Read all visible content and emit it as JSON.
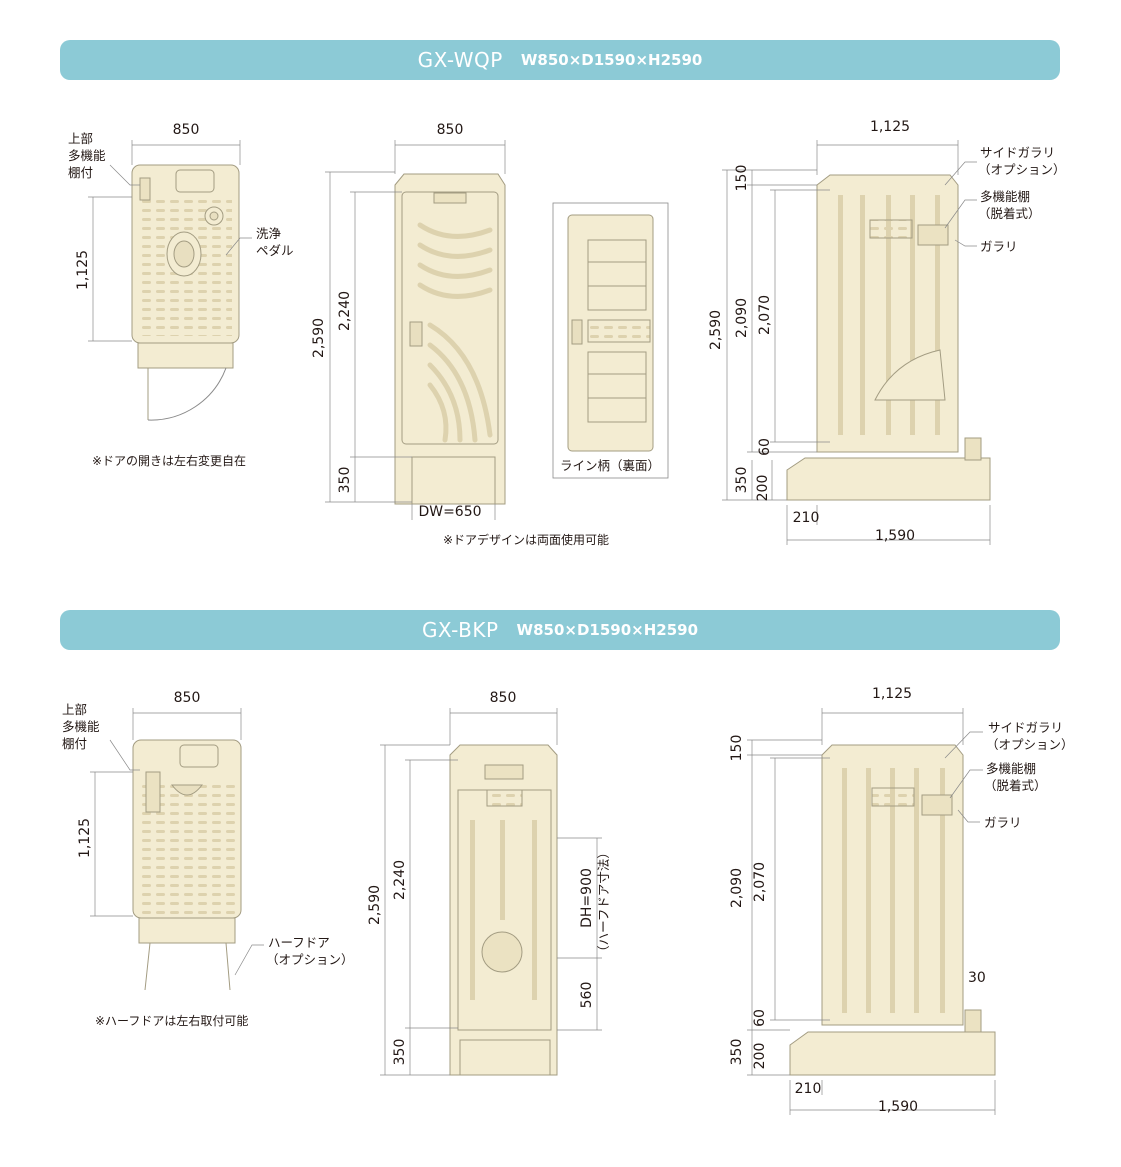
{
  "colors": {
    "banner": "#8ccad6",
    "body_fill": "#f3ecd2",
    "body_stroke": "#a39c82",
    "detail": "#ddd2ae",
    "line": "#8a8a8a"
  },
  "sections": [
    {
      "model": "GX-WQP",
      "dims": "W850×D1590×H2590",
      "top_labels": {
        "shelf": [
          "上部",
          "多機能",
          "棚付"
        ],
        "pedal": [
          "洗浄",
          "ペダル"
        ],
        "note": "※ドアの開きは左右変更自在"
      },
      "front_labels": {
        "door_width": "DW=650",
        "back_caption": "ライン柄（裏面）",
        "note": "※ドアデザインは両面使用可能"
      },
      "side_labels": {
        "side_gallery": [
          "サイドガラリ",
          "（オプション）"
        ],
        "shelf": [
          "多機能棚",
          "（脱着式）"
        ],
        "gallery": "ガラリ"
      }
    },
    {
      "model": "GX-BKP",
      "dims": "W850×D1590×H2590",
      "top_labels": {
        "shelf": [
          "上部",
          "多機能",
          "棚付"
        ],
        "half_door": [
          "ハーフドア",
          "（オプション）"
        ],
        "note": "※ハーフドアは左右取付可能"
      },
      "front_labels": {
        "door_height": "DH=900",
        "door_height_note": "（ハーフドア寸法）"
      },
      "side_labels": {
        "side_gallery": [
          "サイドガラリ",
          "（オプション）"
        ],
        "shelf": [
          "多機能棚",
          "（脱着式）"
        ],
        "gallery": "ガラリ"
      }
    }
  ],
  "dimensions": {
    "width": "850",
    "depth": "1,125",
    "shelf_depth": "1,125",
    "height": "2,590",
    "door_height": "2,240",
    "base": "350",
    "inner_height": "2,090",
    "inner_height2": "2,070",
    "top": "150",
    "gap": "60",
    "floor": "200",
    "step": "210",
    "length": "1,590",
    "dh": "560",
    "small_gap": "30"
  }
}
